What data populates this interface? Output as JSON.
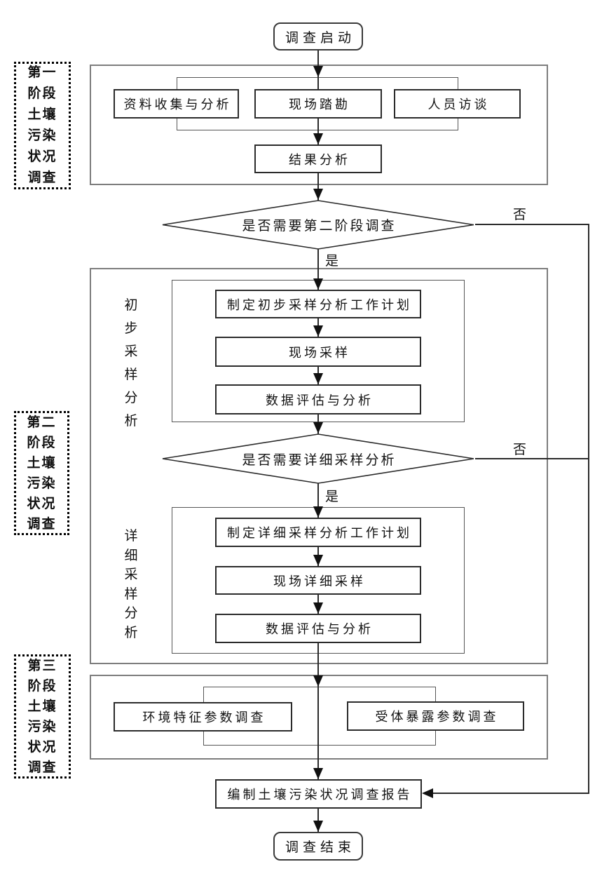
{
  "flowchart": {
    "start_label": "调查启动",
    "stage1": {
      "label": "第一阶段土壤污染状况调查",
      "collect": "资料收集与分析",
      "survey": "现场踏勘",
      "interview": "人员访谈",
      "result": "结果分析"
    },
    "decision1": {
      "label": "是否需要第二阶段调查",
      "yes": "是",
      "no": "否"
    },
    "stage2": {
      "label": "第二阶段土壤污染状况调查",
      "preliminary": {
        "label": "初步采样分析",
        "plan": "制定初步采样分析工作计划",
        "sample": "现场采样",
        "evaluate": "数据评估与分析"
      },
      "decision2": {
        "label": "是否需要详细采样分析",
        "yes": "是",
        "no": "否"
      },
      "detailed": {
        "label": "详细采样分析",
        "plan": "制定详细采样分析工作计划",
        "sample": "现场详细采样",
        "evaluate": "数据评估与分析"
      }
    },
    "stage3": {
      "label": "第三阶段土壤污染状况调查",
      "env": "环境特征参数调查",
      "receptor": "受体暴露参数调查"
    },
    "report_label": "编制土壤污染状况调查报告",
    "end_label": "调查结束",
    "colors": {
      "line": "#2b2b2b",
      "box_border": "#2b2b2b",
      "stage_border": "#7d7d7d",
      "group_border": "#565656",
      "background": "#ffffff"
    }
  }
}
